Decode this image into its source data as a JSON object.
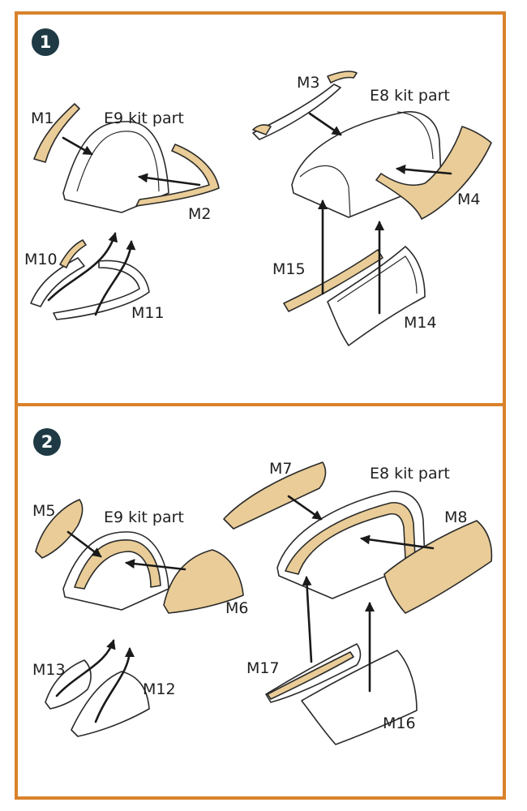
{
  "colors": {
    "frame": "#d9822b",
    "mask": "#e9cc97",
    "step_badge": "#1f3a45",
    "ink": "#1f1f1f"
  },
  "steps": [
    {
      "number": "1",
      "kit_part_left": "E9 kit part",
      "kit_part_right": "E8 kit part",
      "labels": {
        "m1": "M1",
        "m2": "M2",
        "m3": "M3",
        "m4": "M4",
        "m10": "M10",
        "m11": "M11",
        "m14": "M14",
        "m15": "M15"
      }
    },
    {
      "number": "2",
      "kit_part_left": "E9 kit part",
      "kit_part_right": "E8 kit part",
      "labels": {
        "m5": "M5",
        "m6": "M6",
        "m7": "M7",
        "m8": "M8",
        "m12": "M12",
        "m13": "M13",
        "m16": "M16",
        "m17": "M17"
      }
    }
  ]
}
